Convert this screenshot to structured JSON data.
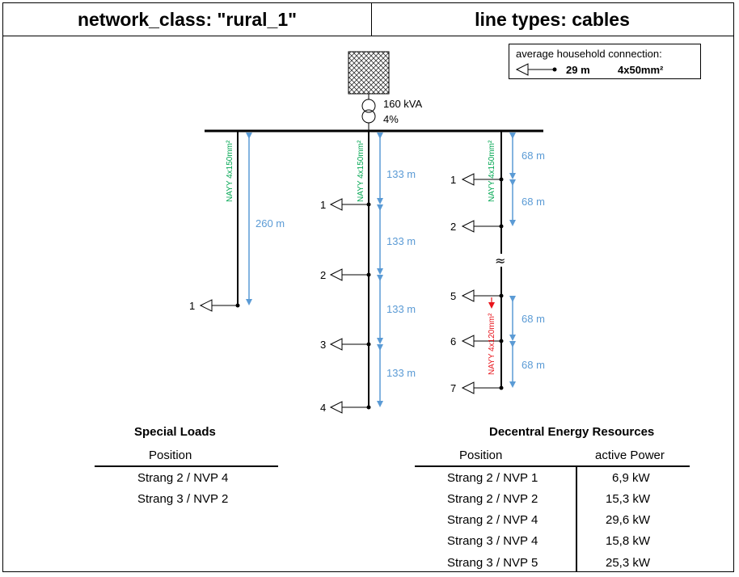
{
  "header": {
    "left_title": "network_class: \"rural_1\"",
    "right_title": "line types: cables"
  },
  "legend": {
    "title": "average household connection:",
    "length": "29 m",
    "cable": "4x50mm²"
  },
  "transformer": {
    "rating": "160 kVA",
    "impedance": "4%"
  },
  "strands": {
    "s1": {
      "cable": "NAYY 4x150mm²",
      "length": "260 m",
      "nodes": [
        "1"
      ]
    },
    "s2": {
      "cable": "NAYY 4x150mm²",
      "lengths": [
        "133 m",
        "133 m",
        "133 m",
        "133 m"
      ],
      "nodes": [
        "1",
        "2",
        "3",
        "4"
      ]
    },
    "s3": {
      "cable": "NAYY 4x150mm²",
      "cable_red": "NAYY 4x120mm²",
      "lengths": [
        "68 m",
        "68 m",
        "68 m",
        "68 m"
      ],
      "nodes": [
        "1",
        "2",
        "5",
        "6",
        "7"
      ],
      "break_symbol": "≈"
    }
  },
  "special_loads": {
    "title": "Special Loads",
    "column": "Position",
    "rows": [
      "Strang 2 / NVP 4",
      "Strang 3 / NVP 2"
    ]
  },
  "der": {
    "title": "Decentral Energy Resources",
    "columns": [
      "Position",
      "active Power"
    ],
    "rows": [
      {
        "position": "Strang 2 / NVP 1",
        "power": "6,9 kW"
      },
      {
        "position": "Strang 2 / NVP 2",
        "power": "15,3 kW"
      },
      {
        "position": "Strang 2 / NVP 4",
        "power": "29,6 kW"
      },
      {
        "position": "Strang 3 / NVP 4",
        "power": "15,8 kW"
      },
      {
        "position": "Strang 3 / NVP 5",
        "power": "25,3 kW"
      }
    ]
  },
  "colors": {
    "dimension": "#5b9bd5",
    "cable_label": "#00a651",
    "cable_label_alt": "#e8141b",
    "line": "#000000"
  }
}
